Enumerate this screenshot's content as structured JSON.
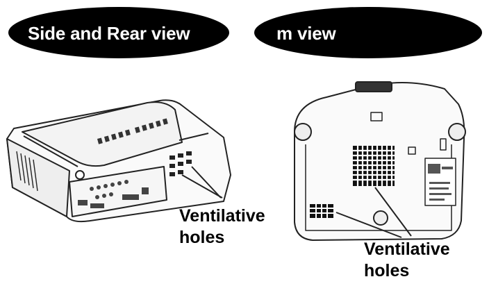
{
  "banners": {
    "left_text": "Side and Rear view",
    "right_text": "Bottom view",
    "right_visible_text": "m view"
  },
  "callouts": {
    "left": [
      "Ventilative",
      "holes"
    ],
    "right": [
      "Ventilative",
      "holes"
    ]
  },
  "colors": {
    "banner": "#000000",
    "banner_text": "#ffffff",
    "line": "#222222"
  }
}
